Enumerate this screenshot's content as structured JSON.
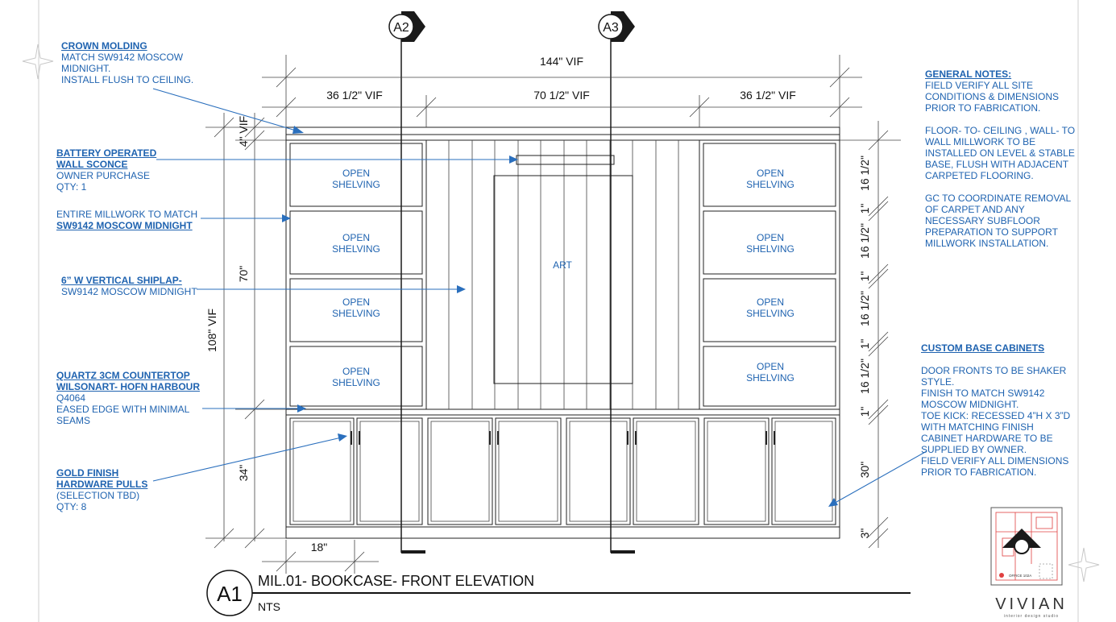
{
  "title": {
    "ref": "A1",
    "text": "MIL.01- BOOKCASE- FRONT ELEVATION",
    "scale": "NTS"
  },
  "section_markers": [
    "A2",
    "A3"
  ],
  "dimensions": {
    "overall_width": "144\" VIF",
    "left_width": "36 1/2\" VIF",
    "center_width": "70 1/2\" VIF",
    "right_width": "36 1/2\" VIF",
    "overall_height": "108\" VIF",
    "crown": "4\" VIF",
    "upper": "70\"",
    "base": "34\"",
    "depth": "18\"",
    "right_stack": [
      "16 1/2\"",
      "1\"",
      "16 1/2\"",
      "1\"",
      "16 1/2\"",
      "1\"",
      "16 1/2\"",
      "1\"",
      "30\"",
      "3\""
    ]
  },
  "labels": {
    "shelf_line1": "OPEN",
    "shelf_line2": "SHELVING",
    "art": "ART"
  },
  "notes": {
    "crown": {
      "heading": "CROWN MOLDING",
      "lines": [
        "MATCH SW9142 MOSCOW",
        "MIDNIGHT.",
        "INSTALL FLUSH TO CEILING."
      ]
    },
    "sconce": {
      "heading1": "BATTERY OPERATED",
      "heading2": "WALL SCONCE",
      "lines": [
        "OWNER PURCHASE",
        "QTY: 1"
      ]
    },
    "millwork": {
      "line1": "ENTIRE MILLWORK TO MATCH",
      "heading": "SW9142 MOSCOW MIDNIGHT"
    },
    "shiplap": {
      "heading": "6” W VERTICAL SHIPLAP-",
      "line1": "SW9142 MOSCOW MIDNIGHT"
    },
    "quartz": {
      "heading1": "QUARTZ 3CM COUNTERTOP",
      "heading2": "WILSONART- HOFN HARBOUR",
      "lines": [
        "Q4064",
        "EASED EDGE WITH MINIMAL",
        "SEAMS"
      ]
    },
    "pulls": {
      "heading1": "GOLD FINISH",
      "heading2": "HARDWARE PULLS",
      "lines": [
        "(SELECTION TBD)",
        "QTY: 8"
      ]
    },
    "general": {
      "heading": "GENERAL NOTES:",
      "p1": [
        "FIELD VERIFY ALL SITE",
        "CONDITIONS & DIMENSIONS",
        "PRIOR TO FABRICATION."
      ],
      "p2": [
        "FLOOR- TO- CEILING , WALL- TO",
        "WALL MILLWORK TO BE",
        "INSTALLED ON LEVEL & STABLE",
        "BASE, FLUSH WITH ADJACENT",
        "CARPETED FLOORING."
      ],
      "p3": [
        "GC TO COORDINATE REMOVAL",
        "OF CARPET AND ANY",
        "NECESSARY SUBFLOOR",
        "PREPARATION TO SUPPORT",
        "MILLWORK INSTALLATION."
      ]
    },
    "base": {
      "heading": "CUSTOM BASE CABINETS",
      "lines": [
        "DOOR FRONTS TO BE SHAKER",
        "STYLE.",
        "FINISH TO MATCH SW9142",
        "MOSCOW MIDNIGHT.",
        "TOE KICK: RECESSED 4”H X 3”D",
        "WITH MATCHING FINISH",
        "CABINET HARDWARE TO BE",
        "SUPPLIED BY OWNER.",
        "FIELD VERIFY ALL DIMENSIONS",
        "PRIOR TO FABRICATION."
      ]
    }
  },
  "brand": {
    "name": "VIVIAN",
    "tagline": "interior design studio",
    "plan_label": "OFFICE 102A"
  },
  "colors": {
    "note": "#1f63b0",
    "leader": "#2a6fbd",
    "plan_red": "#e04040"
  }
}
